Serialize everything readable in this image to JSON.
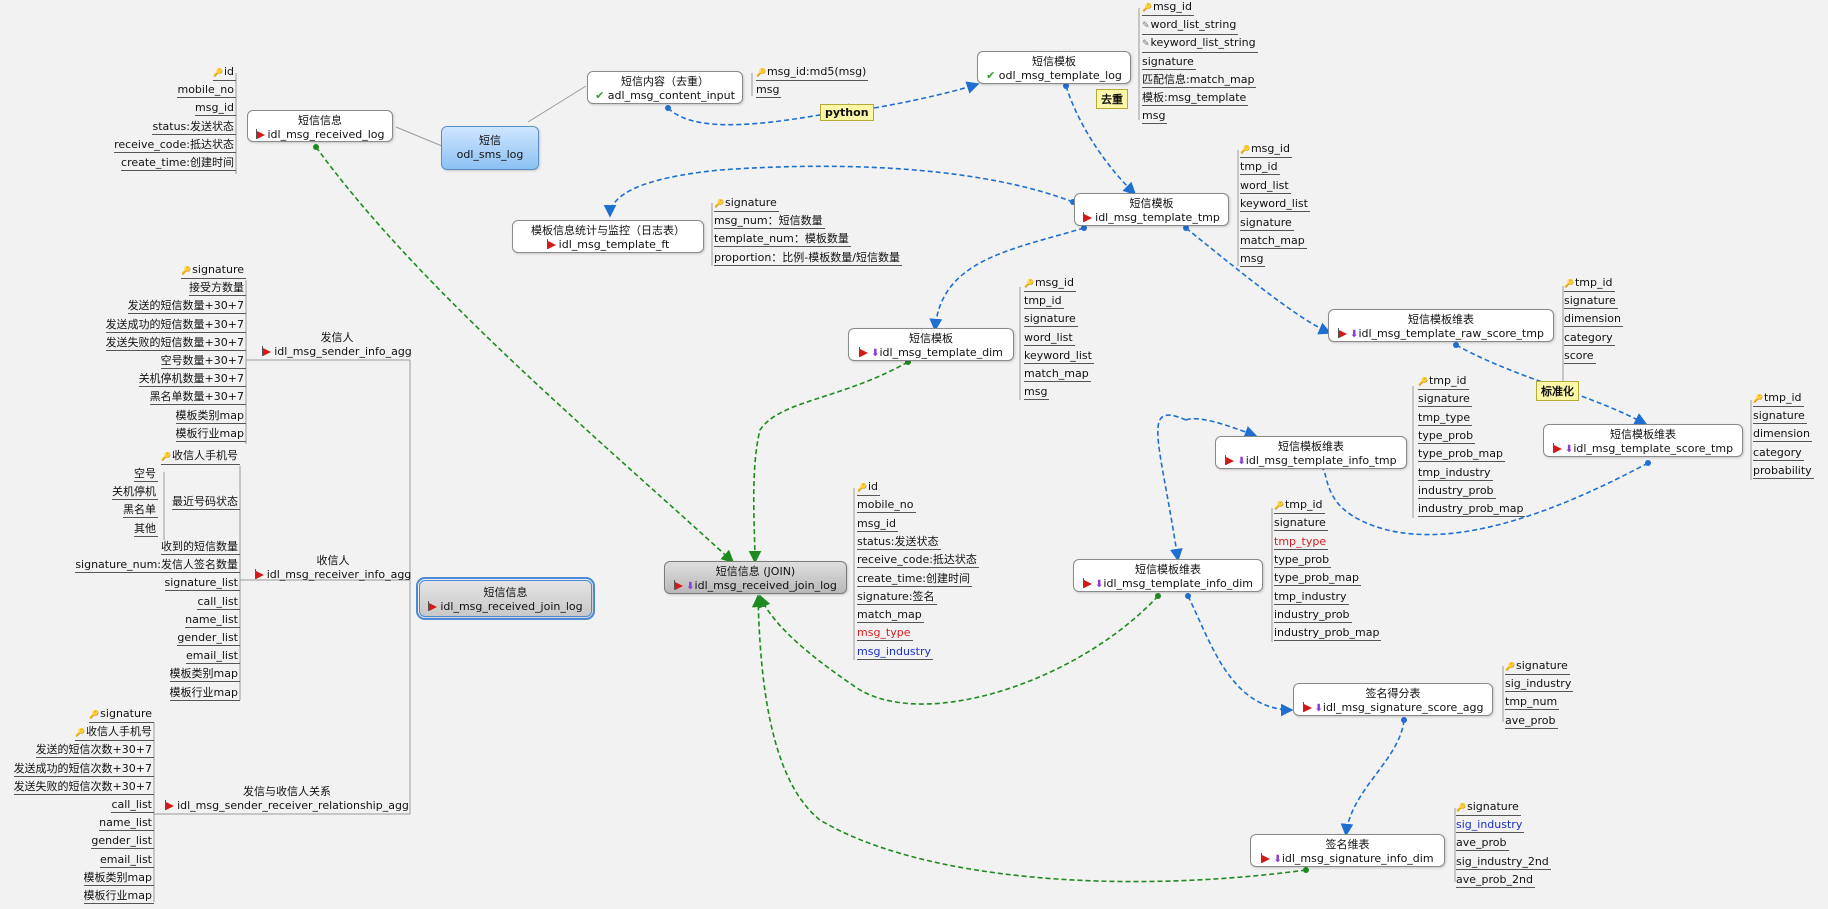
{
  "nodes": {
    "sms_log": {
      "line1": "短信",
      "line2": "odl_sms_log"
    },
    "received_log": {
      "line1": "短信信息",
      "line2": "idl_msg_received_log"
    },
    "content_input": {
      "line1": "短信内容（去重）",
      "line2": "adl_msg_content_input"
    },
    "odl_template_log": {
      "line1": "短信模板",
      "line2": "odl_msg_template_log"
    },
    "template_tmp": {
      "line1": "短信模板",
      "line2": "idl_msg_template_tmp"
    },
    "template_ft": {
      "line1": "模板信息统计与监控（日志表）",
      "line2": "idl_msg_template_ft"
    },
    "template_dim": {
      "line1": "短信模板",
      "line2": "idl_msg_template_dim"
    },
    "raw_score_tmp": {
      "line1": "短信模板维表",
      "line2": "idl_msg_template_raw_score_tmp"
    },
    "info_tmp": {
      "line1": "短信模板维表",
      "line2": "idl_msg_template_info_tmp"
    },
    "score_tmp": {
      "line1": "短信模板维表",
      "line2": "idl_msg_template_score_tmp"
    },
    "info_dim": {
      "line1": "短信模板维表",
      "line2": "idl_msg_template_info_dim"
    },
    "join_log": {
      "line1": "短信信息 (JOIN)",
      "line2": "idl_msg_received_join_log"
    },
    "received_join_log": {
      "line1": "短信信息",
      "line2": "idl_msg_received_join_log"
    },
    "sig_score_agg": {
      "line1": "签名得分表",
      "line2": "idl_msg_signature_score_agg"
    },
    "sig_info_dim": {
      "line1": "签名维表",
      "line2": "idl_msg_signature_info_dim"
    },
    "sender_agg": {
      "line1": "发信人",
      "line2": "idl_msg_sender_info_agg"
    },
    "receiver_agg": {
      "line1": "收信人",
      "line2": "idl_msg_receiver_info_agg"
    },
    "relationship_agg": {
      "line1": "发信与收信人关系",
      "line2": "idl_msg_sender_receiver_relationship_agg"
    }
  },
  "callouts": {
    "python": "python",
    "dedup": "去重",
    "normalize": "标准化"
  },
  "fields": {
    "received_log": [
      "id",
      "mobile_no",
      "msg_id",
      "status:发送状态",
      "receive_code:抵达状态",
      "create_time:创建时间"
    ],
    "content_input": [
      "msg_id:md5(msg)",
      "msg"
    ],
    "odl_template_log": [
      "msg_id",
      "word_list_string",
      "keyword_list_string",
      "signature",
      "匹配信息:match_map",
      "模板:msg_template",
      "msg"
    ],
    "template_tmp": [
      "msg_id",
      "tmp_id",
      "word_list",
      "keyword_list",
      "signature",
      "match_map",
      "msg"
    ],
    "template_ft": [
      "signature",
      "msg_num：短信数量",
      "template_num：模板数量",
      "proportion：比例-模板数量/短信数量"
    ],
    "template_dim": [
      "msg_id",
      "tmp_id",
      "signature",
      "word_list",
      "keyword_list",
      "match_map",
      "msg"
    ],
    "raw_score_tmp": [
      "tmp_id",
      "signature",
      "dimension",
      "category",
      "score"
    ],
    "info_tmp": [
      "tmp_id",
      "signature",
      "tmp_type",
      "type_prob",
      "type_prob_map",
      "tmp_industry",
      "industry_prob",
      "industry_prob_map"
    ],
    "score_tmp": [
      "tmp_id",
      "signature",
      "dimension",
      "category",
      "probability"
    ],
    "info_dim": [
      "tmp_id",
      "signature",
      "tmp_type",
      "type_prob",
      "type_prob_map",
      "tmp_industry",
      "industry_prob",
      "industry_prob_map"
    ],
    "join_log": [
      "id",
      "mobile_no",
      "msg_id",
      "status:发送状态",
      "receive_code:抵达状态",
      "create_time:创建时间",
      "signature:签名",
      "match_map",
      "msg_type",
      "msg_industry"
    ],
    "sig_score_agg": [
      "signature",
      "sig_industry",
      "tmp_num",
      "ave_prob"
    ],
    "sig_info_dim": [
      "signature",
      "sig_industry",
      "ave_prob",
      "sig_industry_2nd",
      "ave_prob_2nd"
    ],
    "sender_agg": [
      "signature",
      "接受方数量",
      "发送的短信数量+30+7",
      "发送成功的短信数量+30+7",
      "发送失败的短信数量+30+7",
      "空号数量+30+7",
      "关机停机数量+30+7",
      "黑名单数量+30+7",
      "模板类别map",
      "模板行业map"
    ],
    "receiver_agg": [
      "收信人手机号",
      "最近号码状态",
      "收到的短信数量",
      "signature_num:发信人签名数量",
      "signature_list",
      "call_list",
      "name_list",
      "gender_list",
      "email_list",
      "模板类别map",
      "模板行业map"
    ],
    "receiver_status": [
      "空号",
      "关机停机",
      "黑名单",
      "其他"
    ],
    "relationship_agg": [
      "signature",
      "收信人手机号",
      "发送的短信次数+30+7",
      "发送成功的短信次数+30+7",
      "发送失败的短信次数+30+7",
      "call_list",
      "name_list",
      "gender_list",
      "email_list",
      "模板类别map",
      "模板行业map"
    ]
  }
}
